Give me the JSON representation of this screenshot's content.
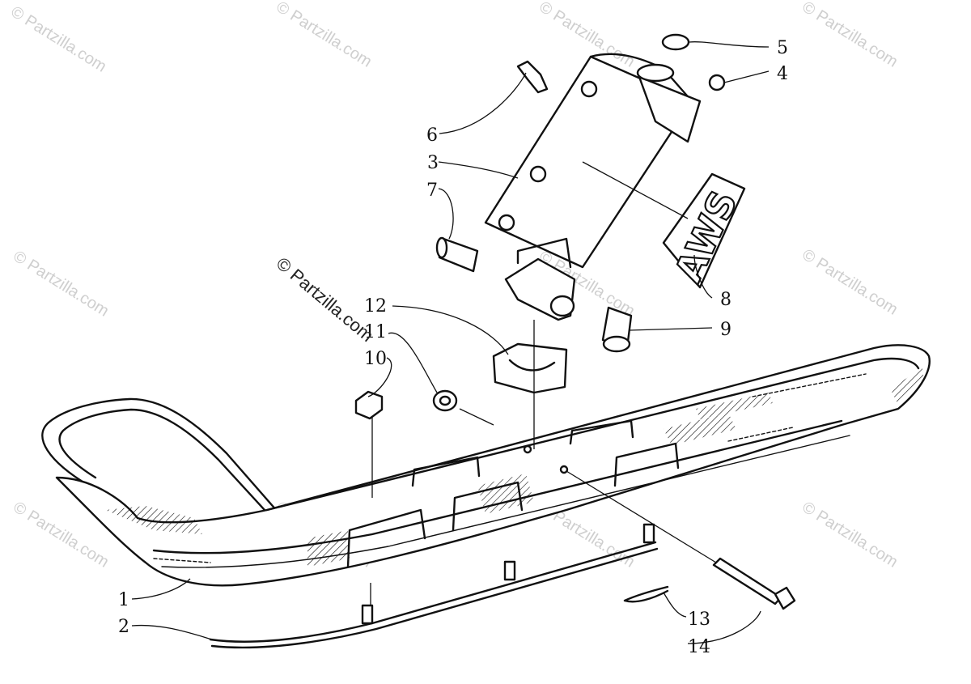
{
  "watermarks": {
    "text": "© Partzilla.com"
  },
  "decal": {
    "text": "AWS"
  },
  "labels": [
    {
      "id": "1",
      "text": "1"
    },
    {
      "id": "2",
      "text": "2"
    },
    {
      "id": "3",
      "text": "3"
    },
    {
      "id": "4",
      "text": "4"
    },
    {
      "id": "5",
      "text": "5"
    },
    {
      "id": "6",
      "text": "6"
    },
    {
      "id": "7",
      "text": "7"
    },
    {
      "id": "8",
      "text": "8"
    },
    {
      "id": "9",
      "text": "9"
    },
    {
      "id": "10",
      "text": "10"
    },
    {
      "id": "11",
      "text": "11"
    },
    {
      "id": "12",
      "text": "12"
    },
    {
      "id": "13",
      "text": "13"
    },
    {
      "id": "14",
      "text": "14"
    }
  ]
}
